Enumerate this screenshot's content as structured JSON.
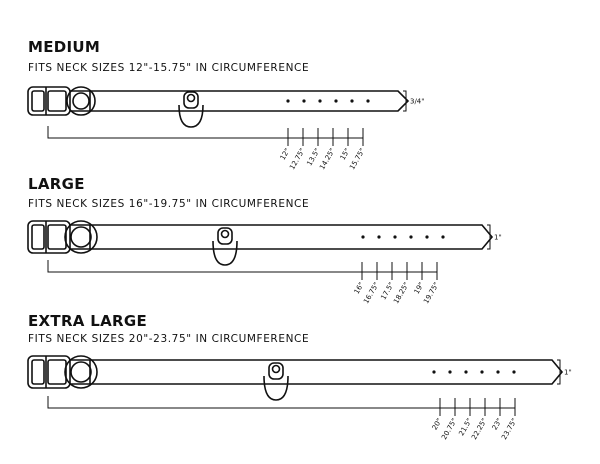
{
  "sections": [
    {
      "title": "MEDIUM",
      "subtitle": "FITS NECK SIZES 12\"-15.75\" IN CIRCUMFERENCE",
      "width": "3/4\"",
      "sizes": [
        "12\"",
        "12.75\"",
        "13.5\"",
        "14.25\"",
        "15\"",
        "15.75\""
      ]
    },
    {
      "title": "LARGE",
      "subtitle": "FITS NECK SIZES 16\"-19.75\" IN CIRCUMFERENCE",
      "width": "1\"",
      "sizes": [
        "16\"",
        "16.75\"",
        "17.5\"",
        "18.25\"",
        "19\"",
        "19.75\""
      ]
    },
    {
      "title": "EXTRA LARGE",
      "subtitle": "FITS NECK SIZES 20\"-23.75\" IN CIRCUMFERENCE",
      "width": "1\"",
      "sizes": [
        "20\"",
        "20.75\"",
        "21.5\"",
        "22.25\"",
        "23\"",
        "23.75\""
      ]
    }
  ]
}
